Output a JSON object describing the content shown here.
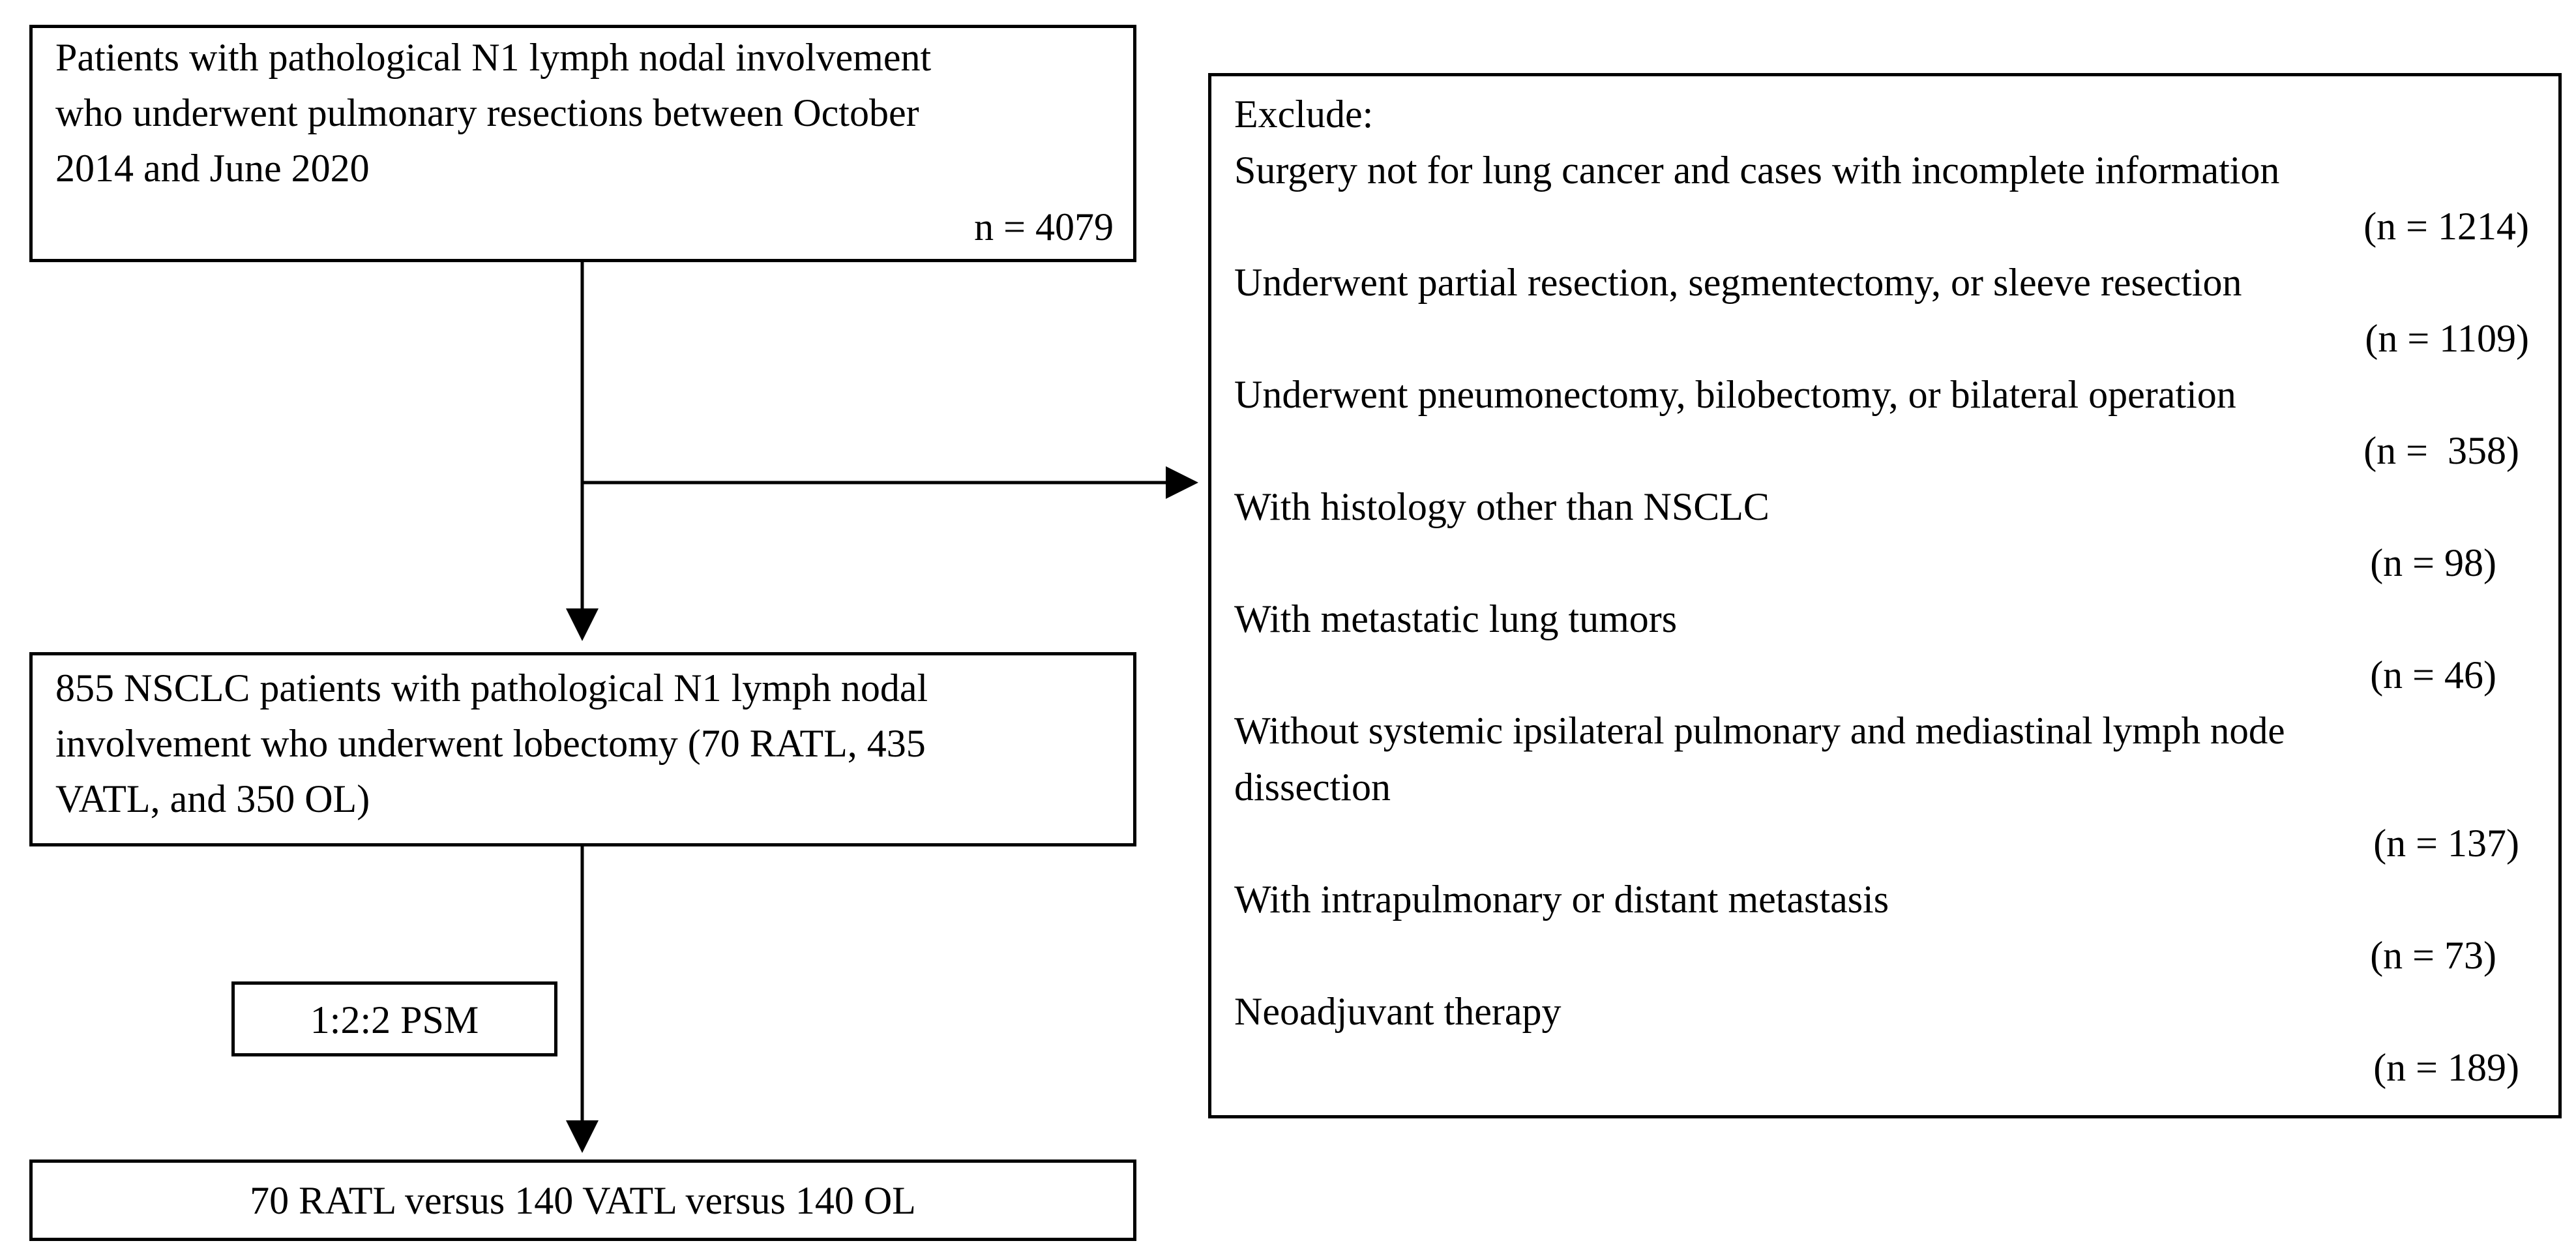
{
  "top_box": {
    "line1": "Patients with pathological N1 lymph nodal involvement",
    "line2": "who underwent pulmonary resections between October",
    "line3": "2014 and June 2020",
    "count": "n = 4079"
  },
  "mid_box": {
    "line1": "855 NSCLC patients with pathological N1 lymph nodal",
    "line2": "involvement who underwent lobectomy (70 RATL, 435",
    "line3": "VATL, and 350 OL)"
  },
  "psm_label": "1:2:2 PSM",
  "bottom_box": "70 RATL versus 140 VATL versus 140 OL",
  "exclude_box": {
    "heading": "Exclude:",
    "items": [
      {
        "text": "Surgery not for lung cancer and cases with incomplete information",
        "count": "(n = 1214)"
      },
      {
        "text": "Underwent partial resection, segmentectomy, or sleeve resection",
        "count": "(n = 1109)"
      },
      {
        "text": "Underwent pneumonectomy, bilobectomy, or bilateral operation",
        "count": "(n =  358)"
      },
      {
        "text": "With histology other than NSCLC",
        "count": "(n = 98)"
      },
      {
        "text": "With metastatic lung tumors",
        "count": "(n = 46)"
      },
      {
        "text": "Without systemic ipsilateral pulmonary and mediastinal lymph node",
        "text2": "dissection",
        "count": "(n = 137)"
      },
      {
        "text": "With intrapulmonary or distant metastasis",
        "count": "(n = 73)"
      },
      {
        "text": "Neoadjuvant therapy",
        "count": "(n = 189)"
      }
    ]
  }
}
